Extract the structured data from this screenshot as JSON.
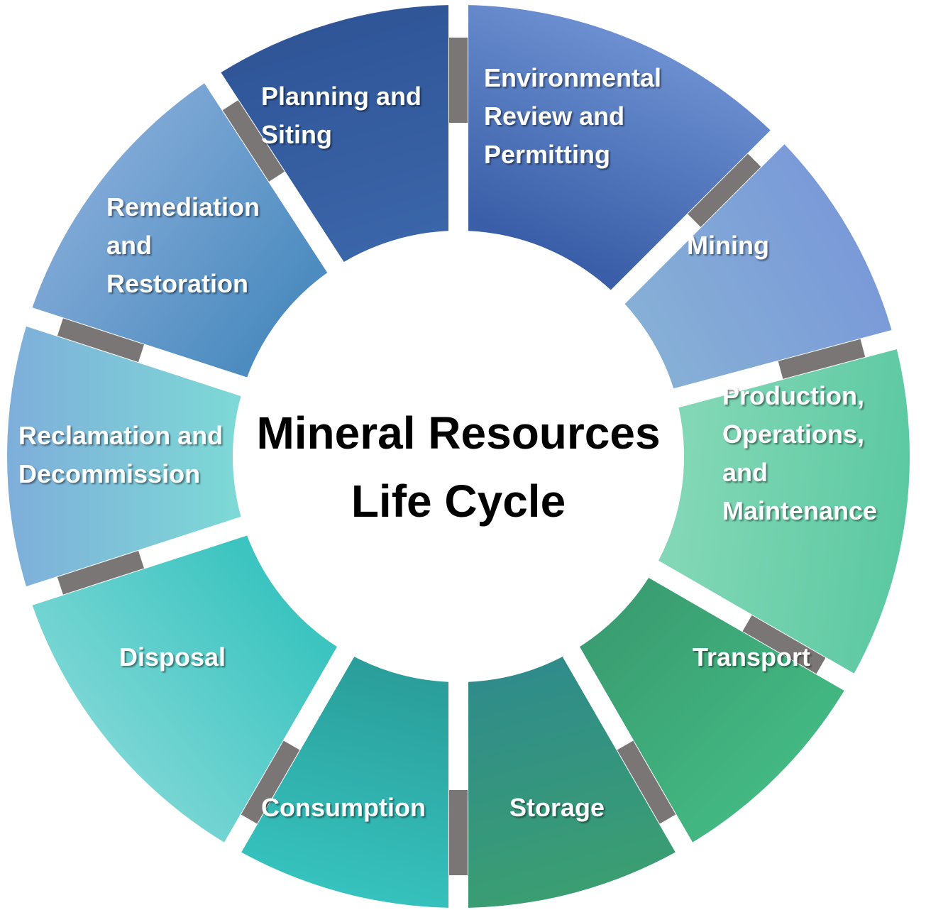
{
  "title": {
    "lines": [
      "Mineral Resources",
      "Life Cycle"
    ]
  },
  "segments": [
    {
      "id": "environmental-review",
      "lines": [
        "Environmental",
        "Review and",
        "Permitting"
      ],
      "color_outer": "#6B8FD0",
      "color_inner": "#3A5FA8"
    },
    {
      "id": "mining",
      "lines": [
        "Mining"
      ],
      "color_outer": "#7A9AD8",
      "color_inner": "#86AFD6"
    },
    {
      "id": "production",
      "lines": [
        "Production,",
        "Operations,",
        "and",
        "Maintenance"
      ],
      "color_outer": "#5CC9A2",
      "color_inner": "#82D7B6"
    },
    {
      "id": "transport",
      "lines": [
        "Transport"
      ],
      "color_outer": "#43B882",
      "color_inner": "#3A9E72"
    },
    {
      "id": "storage",
      "lines": [
        "Storage"
      ],
      "color_outer": "#3A9E72",
      "color_inner": "#2F8C8A"
    },
    {
      "id": "consumption",
      "lines": [
        "Consumption"
      ],
      "color_outer": "#36C2BE",
      "color_inner": "#2A9E9A"
    },
    {
      "id": "disposal",
      "lines": [
        "Disposal"
      ],
      "color_outer": "#79D6D4",
      "color_inner": "#3CC4C0"
    },
    {
      "id": "reclamation",
      "lines": [
        "Reclamation and",
        "Decommission"
      ],
      "color_outer": "#7EAEDA",
      "color_inner": "#7DD8D6"
    },
    {
      "id": "remediation",
      "lines": [
        "Remediation",
        "and",
        "Restoration"
      ],
      "color_outer": "#7EA8D6",
      "color_inner": "#4D8CC0"
    },
    {
      "id": "planning",
      "lines": [
        "Planning and",
        "Siting"
      ],
      "color_outer": "#2F5597",
      "color_inner": "#3A65A8"
    }
  ],
  "colors": {
    "connector": "#7A7676",
    "gap": "#ffffff",
    "title_text": "#000000",
    "label_text": "#ffffff"
  }
}
